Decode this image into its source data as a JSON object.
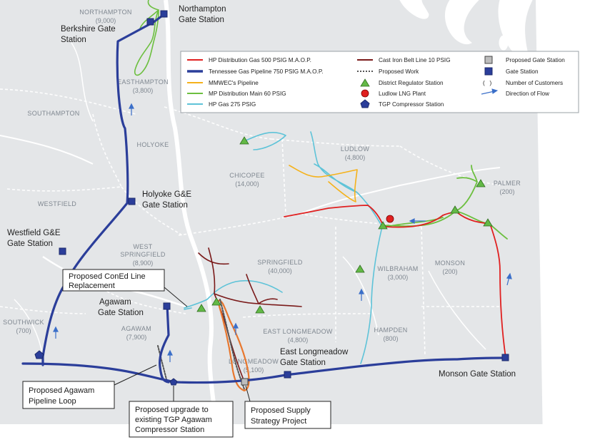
{
  "towns": [
    {
      "name": "NORTHAMPTON",
      "count": "(9,000)"
    },
    {
      "name": "EASTHAMPTON",
      "count": "(3,800)"
    },
    {
      "name": "SOUTHAMPTON",
      "count": ""
    },
    {
      "name": "HOLYOKE",
      "count": ""
    },
    {
      "name": "WESTFIELD",
      "count": ""
    },
    {
      "name": "CHICOPEE",
      "count": "(14,000)"
    },
    {
      "name": "LUDLOW",
      "count": "(4,800)"
    },
    {
      "name": "PALMER",
      "count": "(200)"
    },
    {
      "name": "WEST",
      "count": ""
    },
    {
      "name": "SPRINGFIELD",
      "count": "(8,900)"
    },
    {
      "name": "SPRINGFIELD",
      "count": "(40,000)"
    },
    {
      "name": "WILBRAHAM",
      "count": "(3,000)"
    },
    {
      "name": "MONSON",
      "count": "(200)"
    },
    {
      "name": "AGAWAM",
      "count": "(7,900)"
    },
    {
      "name": "SOUTHWICK",
      "count": "(700)"
    },
    {
      "name": "EAST LONGMEADOW",
      "count": "(4,800)"
    },
    {
      "name": "HAMPDEN",
      "count": "(800)"
    },
    {
      "name": "LONGMEADOW",
      "count": "(5,100)"
    }
  ],
  "stations": {
    "northampton": [
      "Northampton",
      "Gate Station"
    ],
    "berkshire": [
      "Berkshire Gate",
      "Station"
    ],
    "holyoke": [
      "Holyoke G&E",
      "Gate Station"
    ],
    "westfield": [
      "Westfield G&E",
      "Gate Station"
    ],
    "agawam": [
      "Agawam",
      "Gate Station"
    ],
    "east_longmeadow": [
      "East Longmeadow",
      "Gate Station"
    ],
    "monson": [
      "Monson Gate Station"
    ]
  },
  "legend": {
    "hp_distribution": "HP Distribution Gas 500 PSIG M.A.O.P.",
    "tennessee": "Tennessee Gas Pipeline 750 PSIG M.A.O.P.",
    "mmwec": "MMWEC's Pipeline",
    "mp_distribution": "MP Distribution Main 60 PSIG",
    "hp_gas": "HP Gas 275 PSIG",
    "cast_iron": "Cast Iron Belt Line 10 PSIG",
    "proposed_work": "Proposed Work",
    "district_regulator": "District Regulator Station",
    "ludlow_lng": "Ludlow LNG Plant",
    "tgp_compressor": "TGP Compressor Station",
    "proposed_gate": "Proposed Gate Station",
    "gate_station": "Gate Station",
    "customers_symbol": "(   )",
    "customers": "Number of Customers",
    "flow": "Direction of Flow"
  },
  "callouts": {
    "coned": [
      "Proposed ConEd Line",
      "Replacement"
    ],
    "agawam_loop": [
      "Proposed Agawam",
      "Pipeline Loop"
    ],
    "compressor": [
      "Proposed upgrade to",
      "existing TGP Agawam",
      "Compressor Station"
    ],
    "supply": [
      "Proposed Supply",
      "Strategy Project"
    ]
  },
  "colors": {
    "hp_distribution": "#e02020",
    "tennessee": "#2b3e9a",
    "mmwec": "#f5b21b",
    "mp_distribution": "#6cbf3f",
    "hp_gas": "#5ec3d8",
    "cast_iron": "#7a1a1a",
    "proposed_supply": "#e8772e",
    "regulator": "#63b946",
    "land": "#e4e6e8",
    "water": "#ffffff"
  }
}
